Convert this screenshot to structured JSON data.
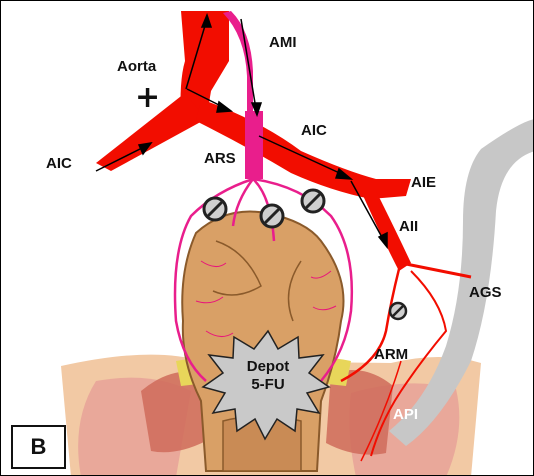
{
  "panel_label": "B",
  "plus_sign": "+",
  "labels": {
    "aorta": "Aorta",
    "ami": "AMI",
    "aic_right": "AIC",
    "aic_left": "AIC",
    "ars": "ARS",
    "aie": "AIE",
    "aii": "AII",
    "ags": "AGS",
    "arm": "ARM",
    "api": "API"
  },
  "depot": {
    "line1": "Depot",
    "line2": "5-FU"
  },
  "colors": {
    "artery_red": "#f20d00",
    "ami_pink": "#e91e8c",
    "rectum_tan": "#d9a066",
    "bone_gray": "#c7c7c7",
    "depot_gray": "#c9c9c9"
  }
}
